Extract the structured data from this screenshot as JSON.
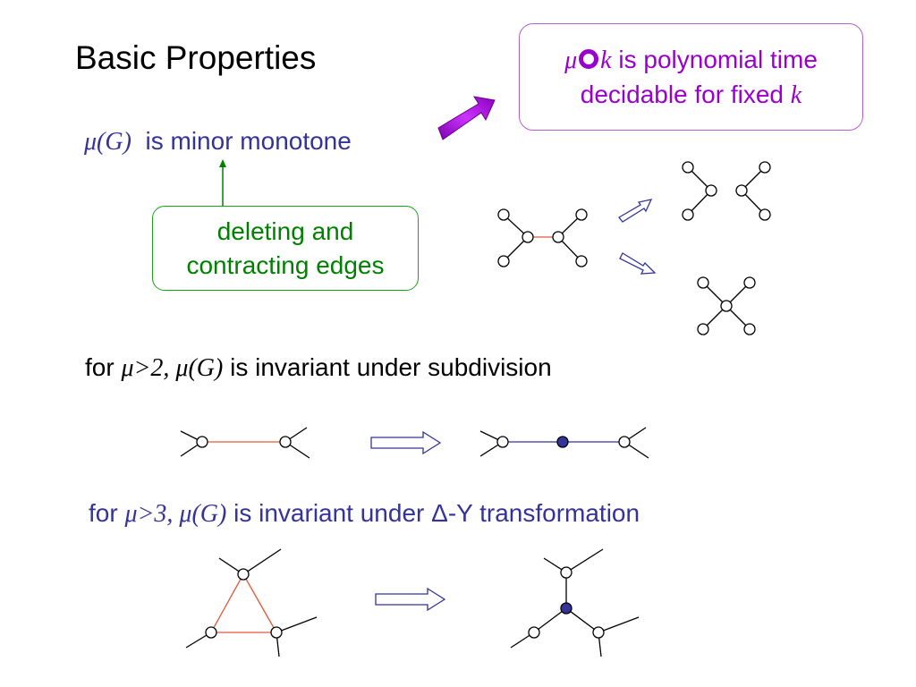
{
  "title": "Basic Properties",
  "minor": {
    "mu_g": "μ(G)",
    "text": "is minor monotone"
  },
  "operations_box": {
    "line1": "deleting and",
    "line2": "contracting edges"
  },
  "result_box": {
    "mu": "μ",
    "k1": "k",
    "text1": "is polynomial time",
    "text2": "decidable for fixed",
    "k2": "k"
  },
  "subdivision": {
    "for": "for",
    "cond": "μ>2, μ(G)",
    "text": "is invariant under subdivision"
  },
  "delta_y": {
    "for": "for",
    "cond": "μ>3, μ(G)",
    "text": "is invariant under Δ-Y transformation"
  },
  "colors": {
    "title": "#000000",
    "blue_text": "#333399",
    "green": "#008000",
    "purple": "#9900cc",
    "red_edge": "#e05a3a",
    "blue_node": "#333399"
  }
}
